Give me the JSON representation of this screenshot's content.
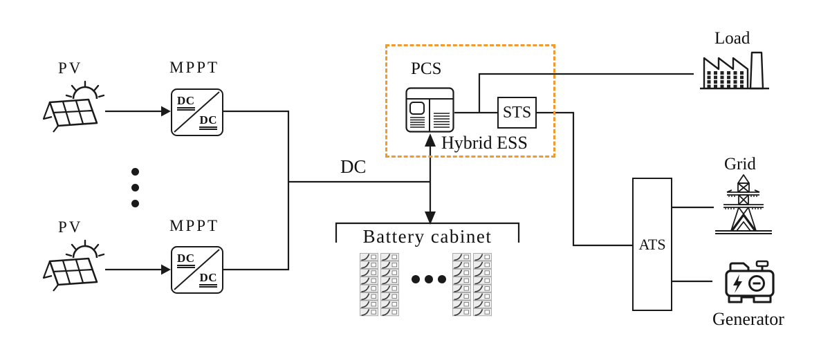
{
  "labels": {
    "pv_top": "PV",
    "mppt_top": "MPPT",
    "pv_bottom": "PV",
    "mppt_bottom": "MPPT",
    "mppt_dc": "DC",
    "dc_bus": "DC",
    "pcs": "PCS",
    "sts": "STS",
    "hybrid_ess": "Hybrid ESS",
    "battery_cabinet": "Battery cabinet",
    "ats": "ATS",
    "load": "Load",
    "grid": "Grid",
    "generator": "Generator"
  },
  "colors": {
    "line": "#1a1a1a",
    "text": "#111111",
    "hybrid_ess_border": "#f09a2e",
    "background": "#ffffff"
  },
  "icons": {
    "pv": "solar-panel-icon",
    "mppt": "dc-dc-converter-icon",
    "pcs": "pcs-cabinet-icon",
    "battery": "battery-rack-icon",
    "load": "factory-icon",
    "grid": "transmission-tower-icon",
    "generator": "generator-icon"
  }
}
